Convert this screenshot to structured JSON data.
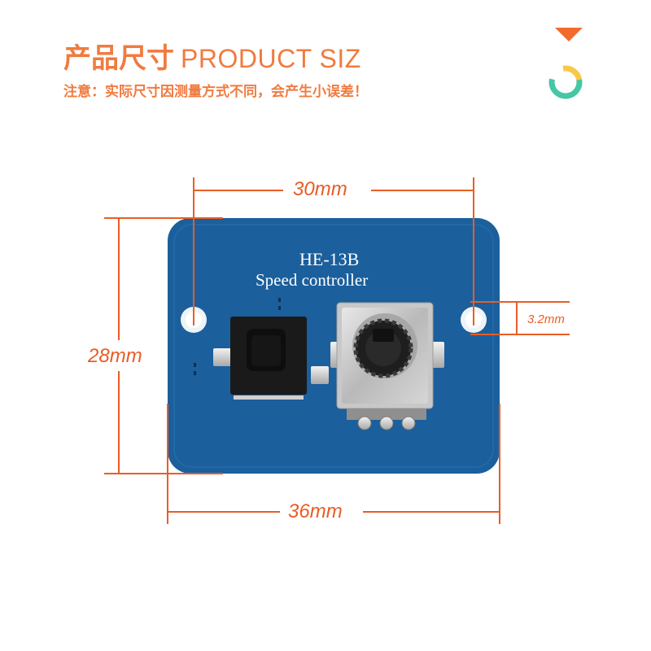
{
  "header": {
    "title_cn": "产品尺寸",
    "title_en": "PRODUCT SIZ",
    "note": "注意：实际尺寸因测量方式不同，会产生小误差！"
  },
  "board": {
    "model": "HE-13B",
    "name": "Speed controller"
  },
  "dimensions": {
    "hole_spacing": "30mm",
    "height": "28mm",
    "width": "36mm",
    "hole_diameter": "3.2mm"
  },
  "colors": {
    "accent": "#f07b3f",
    "dimension_line": "#e85d26",
    "pcb": "#1b5f9c"
  },
  "icons": [
    "triangle-down-icon",
    "color-ring-icon"
  ]
}
